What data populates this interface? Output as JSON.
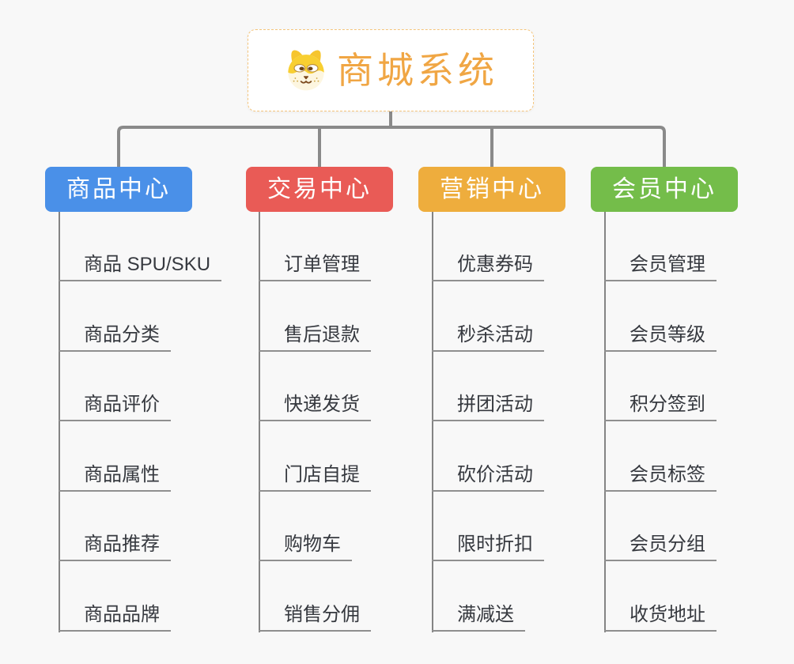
{
  "root": {
    "title": "商城系统",
    "icon": "shiba-dog-icon",
    "text_color": "#f0a644",
    "border_color": "#f5c57c"
  },
  "branches": [
    {
      "label": "商品中心",
      "color": "#4a90e8",
      "children": [
        "商品 SPU/SKU",
        "商品分类",
        "商品评价",
        "商品属性",
        "商品推荐",
        "商品品牌"
      ]
    },
    {
      "label": "交易中心",
      "color": "#e95b56",
      "children": [
        "订单管理",
        "售后退款",
        "快递发货",
        "门店自提",
        "购物车",
        "销售分佣"
      ]
    },
    {
      "label": "营销中心",
      "color": "#eead3d",
      "children": [
        "优惠券码",
        "秒杀活动",
        "拼团活动",
        "砍价活动",
        "限时折扣",
        "满减送"
      ]
    },
    {
      "label": "会员中心",
      "color": "#74bd4a",
      "children": [
        "会员管理",
        "会员等级",
        "积分签到",
        "会员标签",
        "会员分组",
        "收货地址"
      ]
    }
  ],
  "connectors": {
    "line_color": "#8a8a8a",
    "trunk_color": "#848484",
    "underline_color": "#8f8f8f"
  },
  "canvas": {
    "background": "#f8f8f8"
  }
}
